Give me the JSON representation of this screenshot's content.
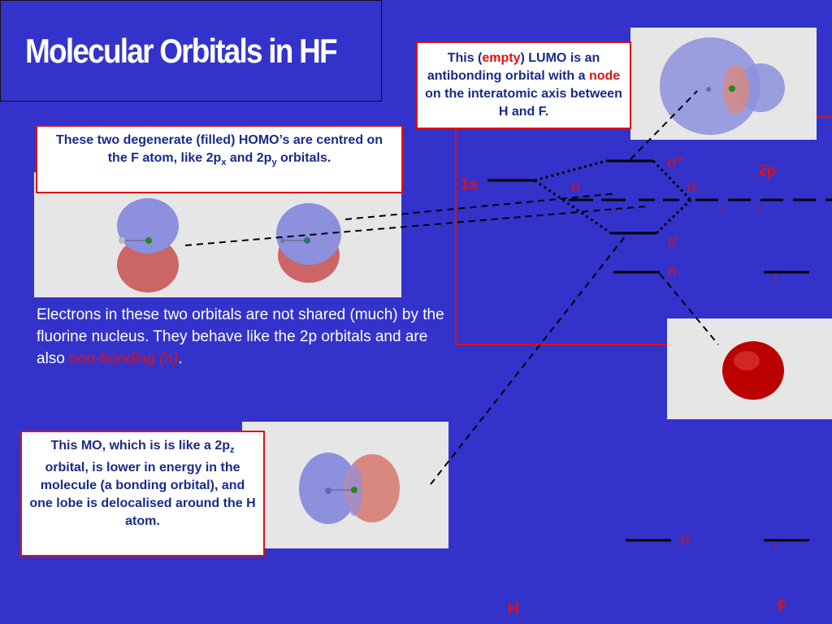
{
  "title": "Molecular Orbitals in HF",
  "lumo_callout": {
    "pre": "This (",
    "empty": "empty",
    "mid": ") LUMO is an antibonding orbital with a ",
    "node": "node",
    "post": " on the interatomic axis between H and F."
  },
  "homo_callout": {
    "line1": "These two degenerate (filled) HOMO’s are centred on the F atom, like 2p",
    "sub1": "x",
    "mid": " and 2p",
    "sub2": "y",
    "post": " orbitals."
  },
  "bonding_callout": {
    "pre": "This MO, which is is  like a 2p",
    "sub": "z",
    "post": " orbital, is lower in energy in the molecule (a bonding orbital), and one lobe is delocalised around the H atom."
  },
  "paragraph": {
    "text": "Electrons in these two orbitals are not shared (much) by the fluorine nucleus.  They behave like the 2p orbitals and are also ",
    "nonbonding": "non-bonding (n)",
    "end": "."
  },
  "diagram": {
    "h_1s": "1s",
    "f_2p": "2p",
    "sigma_star": "σ*",
    "sigma": "σ",
    "n": "n",
    "arrow": "↓",
    "atom_h": "H",
    "atom_f": "F"
  },
  "colors": {
    "background": "#3333cc",
    "accent_red": "#dd1111",
    "callout_text": "#1a2a8a"
  }
}
